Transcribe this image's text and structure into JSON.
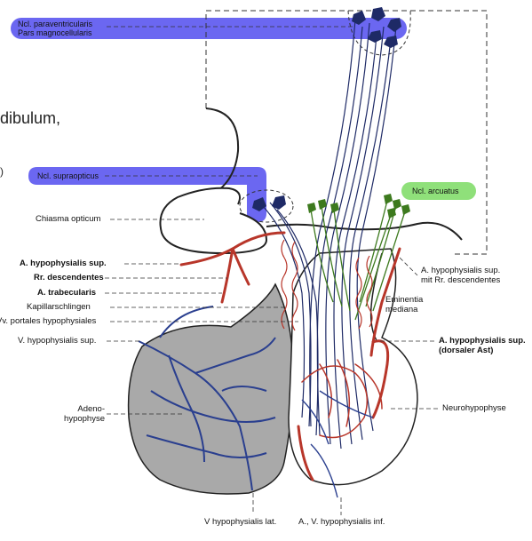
{
  "highlights": {
    "paraventricularis": {
      "color": "#5b57f0",
      "line1": "Ncl. paraventricularis",
      "line2": "Pars magnocellularis"
    },
    "supraopticus": {
      "color": "#5b57f0",
      "label": "Ncl. supraopticus"
    },
    "arcuatus": {
      "color": "#8fe07a",
      "label": "Ncl. arcuatus"
    }
  },
  "cutoff_text": {
    "top": "dibulum,",
    "side": ")"
  },
  "labels": {
    "chiasma": "Chiasma opticum",
    "a_hyp_sup": "A. hypophysialis sup.",
    "rr_desc": "Rr. descendentes",
    "a_trab": "A. trabecularis",
    "kapillar": "Kapillarschlingen",
    "vv_portales": "Vv. portales hypophysiales",
    "v_hyp_sup": "V. hypophysialis sup.",
    "adeno_1": "Adeno-",
    "adeno_2": "hypophyse",
    "a_hyp_sup_mit_1": "A. hypophysialis sup.",
    "a_hyp_sup_mit_2": "mit Rr. descendentes",
    "eminentia_1": "Eminentia",
    "eminentia_2": "mediana",
    "a_hyp_sup_dors_1": "A. hypophysialis sup.",
    "a_hyp_sup_dors_2": "(dorsaler Ast)",
    "neurohyp": "Neurohypophyse",
    "v_hyp_lat": "V hypophysialis lat.",
    "av_hyp_inf": "A., V. hypophysialis inf."
  },
  "colors": {
    "artery": "#b8362a",
    "vein": "#2a3f8f",
    "neuron": "#1e2a66",
    "arcuate_neuron": "#3d7a1e",
    "adenohypophysis": "#a9a9a9"
  }
}
